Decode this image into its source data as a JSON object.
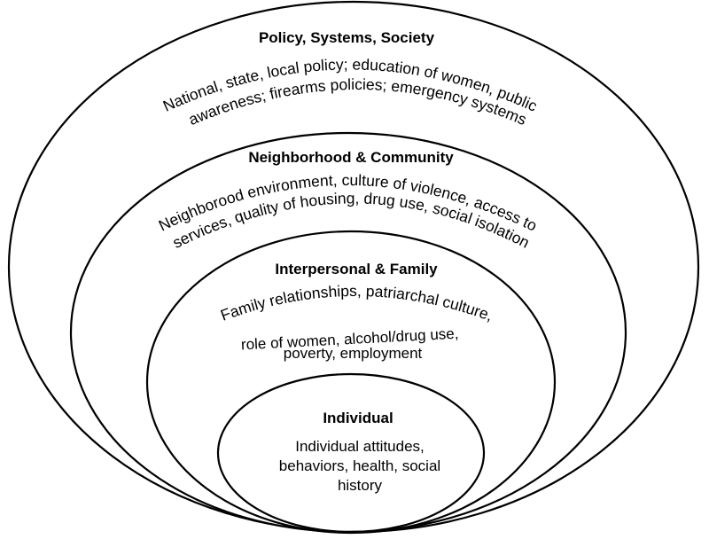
{
  "levels": [
    {
      "title": "Policy, Systems, Society",
      "lines": [
        "National, state, local policy; education of women, public",
        "awareness; firearms policies; emergency systems"
      ]
    },
    {
      "title": "Neighborhood & Community",
      "lines": [
        "Neighborood environment, culture of violence, access to",
        "services, quality of housing, drug use, social isolation"
      ]
    },
    {
      "title": "Interpersonal & Family",
      "lines": [
        "Family relationships, patriarchal culture,",
        "role of women, alcohol/drug use,",
        "poverty, employment"
      ]
    },
    {
      "title": "Individual",
      "lines": [
        "Individual attitudes,",
        "behaviors, health, social",
        "history"
      ]
    }
  ]
}
